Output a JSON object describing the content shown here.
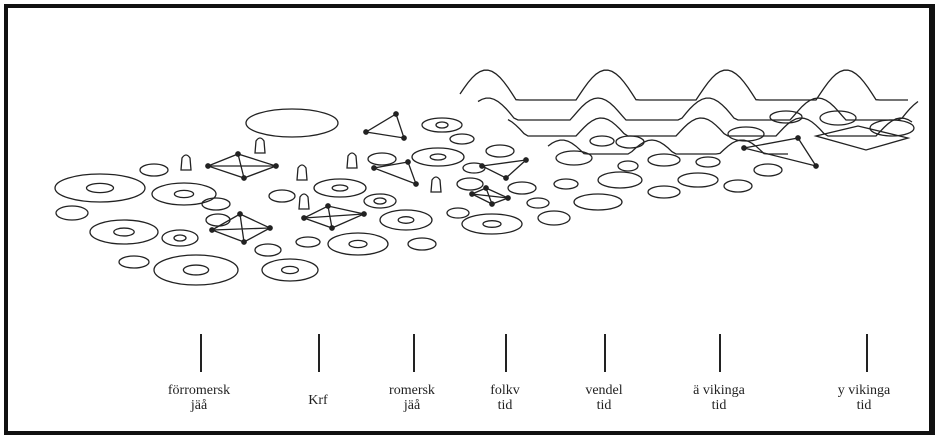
{
  "colors": {
    "ink": "#222222",
    "frame": "#111111",
    "paper": "#ffffff"
  },
  "periods": [
    {
      "id": "forromersk",
      "line1": "förromersk",
      "line2": "jäå"
    },
    {
      "id": "krf",
      "line1": "Krf",
      "line2": ""
    },
    {
      "id": "romersk",
      "line1": "romersk",
      "line2": "jäå"
    },
    {
      "id": "folkv",
      "line1": "folkv",
      "line2": "tid"
    },
    {
      "id": "vendel",
      "line1": "vendel",
      "line2": "tid"
    },
    {
      "id": "a-vikinga",
      "line1": "ä vikinga",
      "line2": "tid"
    },
    {
      "id": "y-vikinga",
      "line1": "y vikinga",
      "line2": "tid"
    }
  ]
}
